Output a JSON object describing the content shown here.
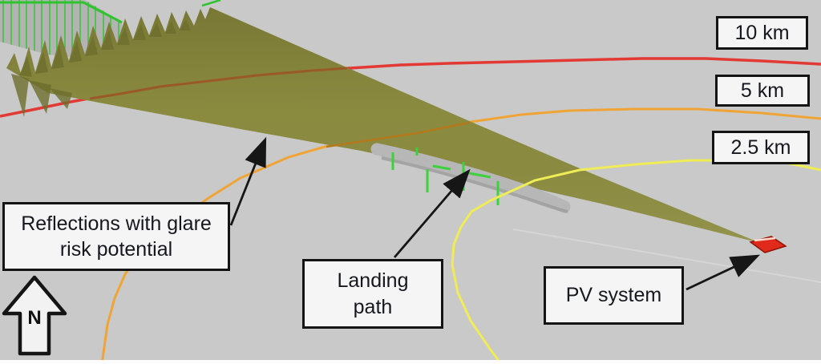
{
  "rings": [
    {
      "id": "ring-10km",
      "label": "10 km",
      "color": "#e23934"
    },
    {
      "id": "ring-5km",
      "label": "5 km",
      "color": "#f0a435"
    },
    {
      "id": "ring-2-5km",
      "label": "2.5 km",
      "color": "#efec55"
    }
  ],
  "labels": {
    "reflections": {
      "line1": "Reflections with glare",
      "line2": "risk potential"
    },
    "landing": {
      "line1": "Landing",
      "line2": "path"
    },
    "pv": {
      "text": "PV system"
    },
    "north": {
      "text": "N"
    }
  },
  "colors": {
    "background": "#c9c9c9",
    "glare_fan": "#8b8b40",
    "glare_fan_dark": "#6e6e2e",
    "hatch_band": "#b3b3b3",
    "hatch_green": "#3ec43e",
    "landing_markers": "#3bd23b",
    "pv_marker": "#e02a1c",
    "red_under_fan": "#9a5a28",
    "orange_under_fan": "#b5791c",
    "label_box_bg": "#f5f5f5",
    "label_box_border": "#141414"
  }
}
